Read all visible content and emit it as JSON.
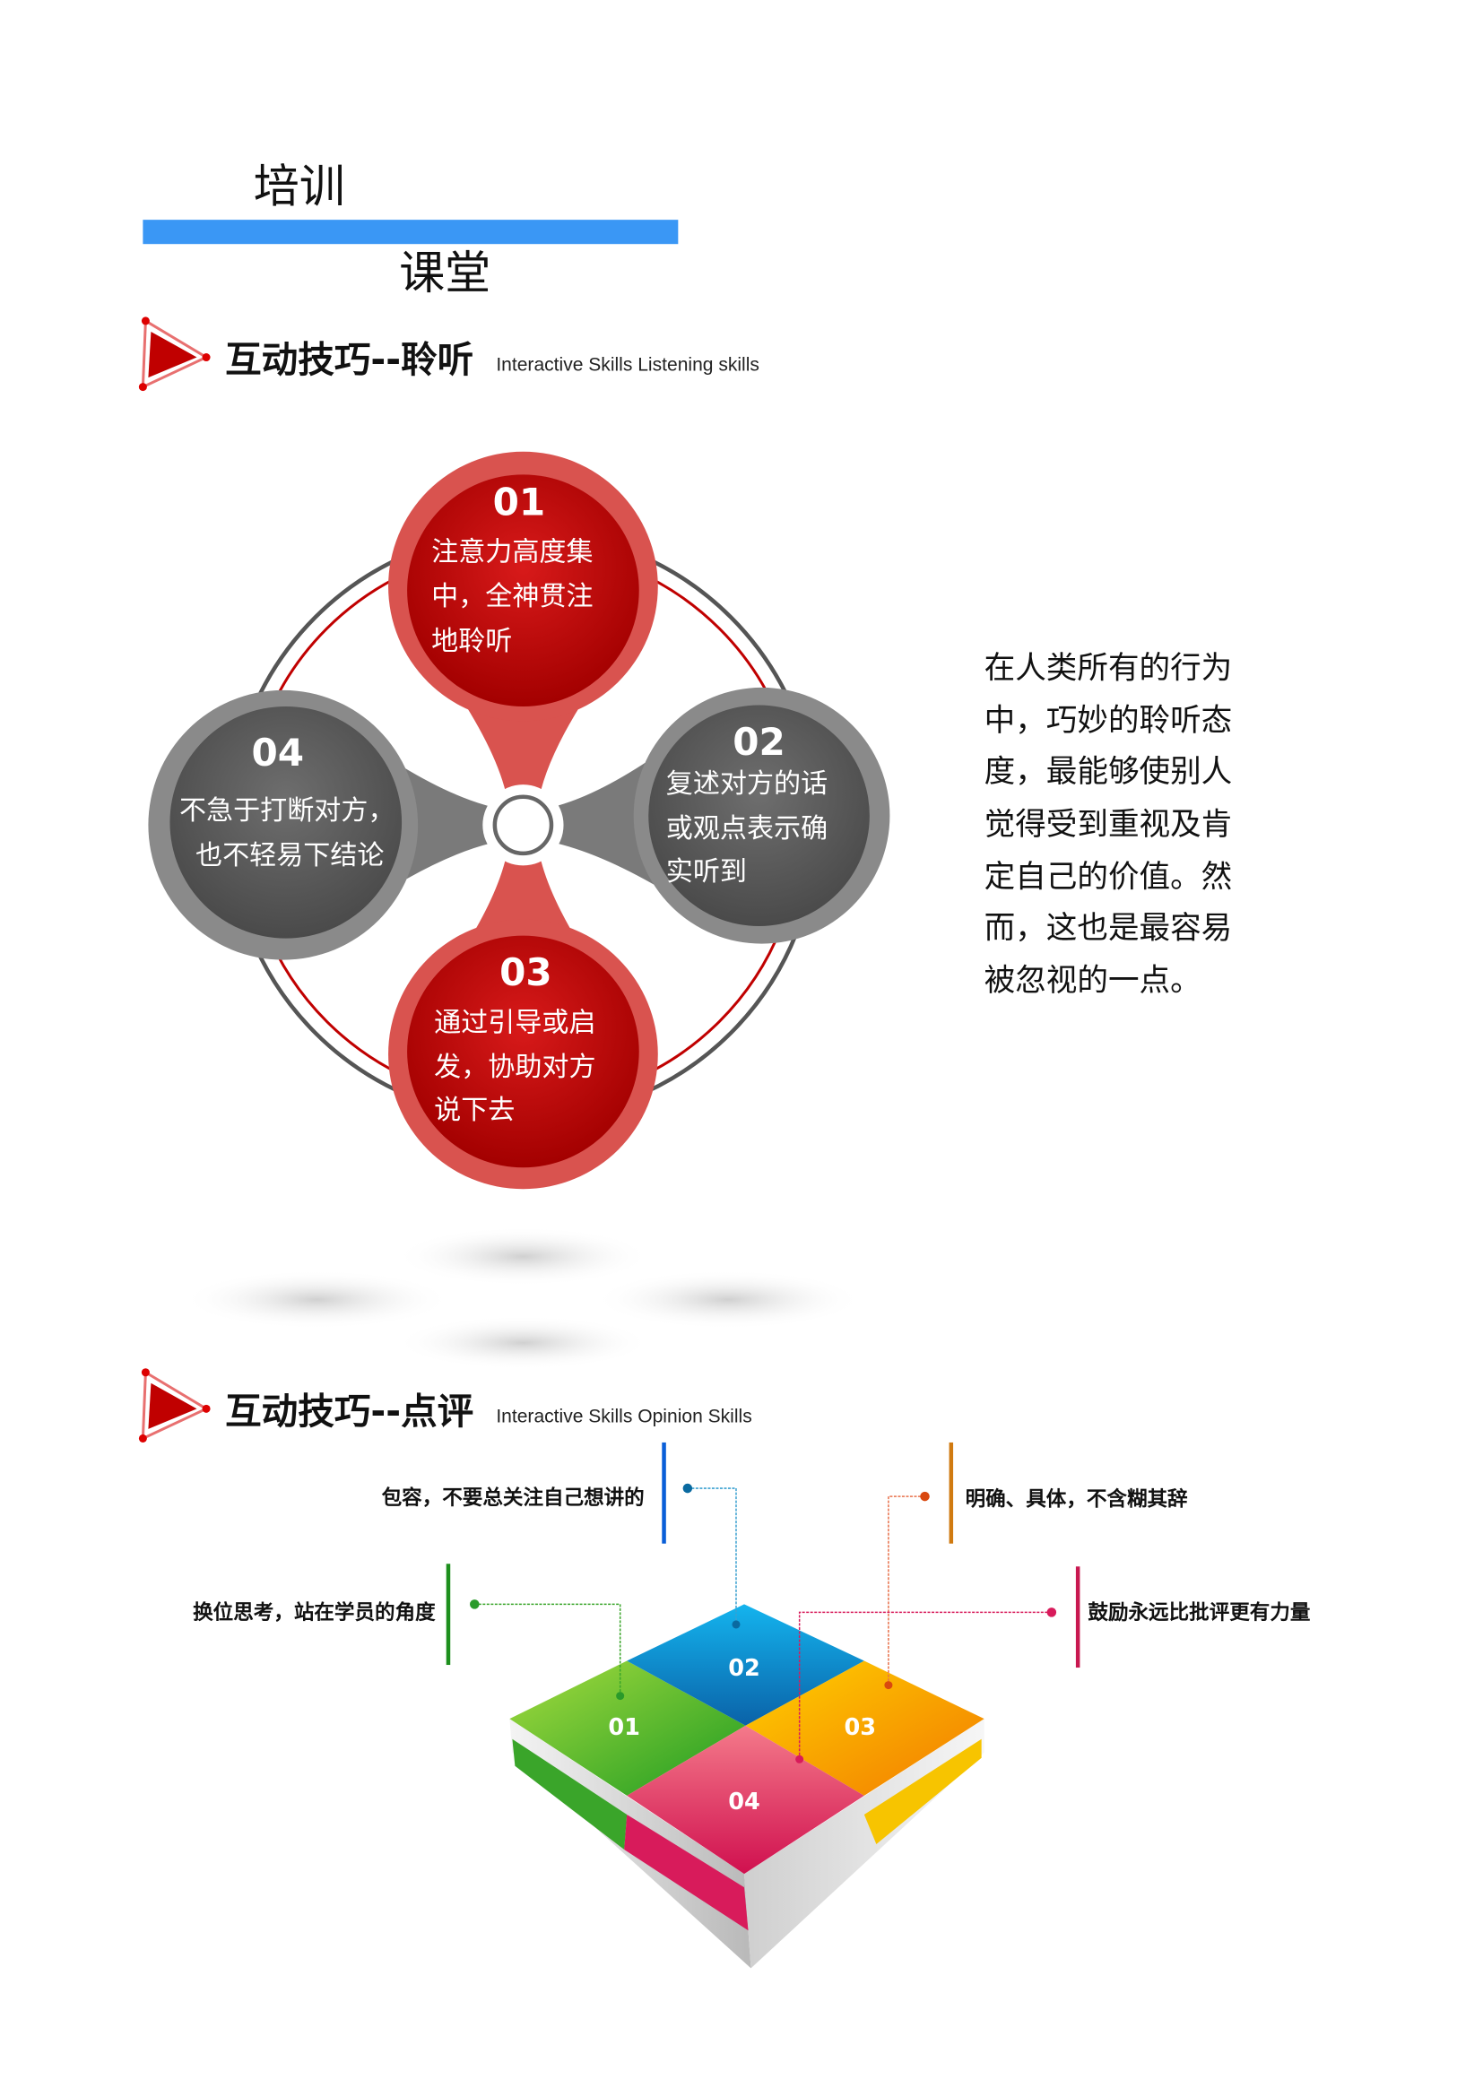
{
  "title": {
    "line1": "培训",
    "line2": "课堂",
    "bar_color": "#3a97f5"
  },
  "section1": {
    "title_cn": "互动技巧--聆听",
    "title_en": "Interactive Skills Listening skills",
    "bubbles": [
      {
        "num": "01",
        "lines": [
          "注意力高度集",
          "中，全神贯注",
          "地聆听"
        ]
      },
      {
        "num": "02",
        "lines": [
          "复述对方的话",
          "或观点表示确",
          "实听到"
        ]
      },
      {
        "num": "03",
        "lines": [
          "通过引导或启",
          "发，协助对方",
          "说下去"
        ]
      },
      {
        "num": "04",
        "lines": [
          "不急于打断对方，",
          "也不轻易下结论"
        ]
      }
    ],
    "paragraph": [
      "在人类所有的行为",
      "中，巧妙的聆听态",
      "度，最能够使别人",
      "觉得受到重视及肯",
      "定自己的价值。然",
      "而，这也是最容易",
      "被忽视的一点。"
    ]
  },
  "section2": {
    "title_cn": "互动技巧--点评",
    "title_en": "Interactive Skills  Opinion Skills",
    "tiles": [
      "01",
      "02",
      "03",
      "04"
    ],
    "labels": {
      "tile01": "换位思考，站在学员的角度",
      "tile02": "包容，不要总关注自己想讲的",
      "tile03": "明确、具体，不含糊其辞",
      "tile04": "鼓励永远比批评更有力量"
    },
    "colors": {
      "tile01": "#3aa52a",
      "tile02": "#0a8fd6",
      "tile03": "#f7a400",
      "tile04": "#d81b5b",
      "accent_red": "#c00000"
    }
  }
}
